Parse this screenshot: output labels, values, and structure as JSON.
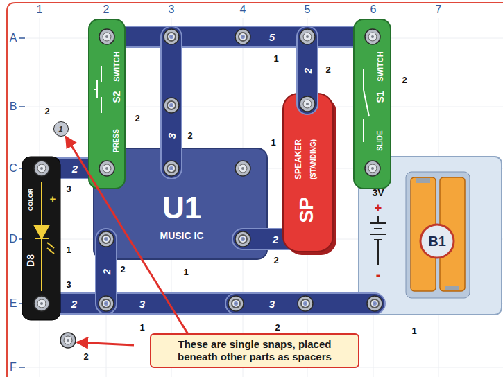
{
  "diagram": {
    "nodes": [
      {
        "text": [
          "PRESS",
          "S2",
          "SWITCH"
        ]
      },
      {
        "text": [
          "5"
        ]
      },
      {
        "text": [
          "3"
        ]
      },
      {
        "text": [
          "2"
        ]
      },
      {
        "text": [
          "SLIDE",
          "S1",
          "SWITCH"
        ]
      },
      {
        "text": [
          "1"
        ]
      },
      {
        "text": [
          "SPEAKER",
          "(STANDING)",
          "SP"
        ]
      },
      {
        "text": [
          "COLOR",
          "+",
          "D8"
        ]
      },
      {
        "text": [
          "2"
        ]
      },
      {
        "text": [
          "U1",
          "MUSIC IC"
        ]
      },
      {
        "text": [
          "3V",
          "+",
          "-",
          "B1"
        ]
      },
      {
        "text": [
          "2"
        ]
      },
      {
        "text": [
          "2"
        ]
      },
      {
        "text": [
          "2"
        ]
      },
      {
        "text": [
          "3"
        ]
      },
      {
        "text": [
          "3"
        ]
      },
      {
        "text": [
          "These are single snaps, placed beneath other parts as spacers"
        ]
      }
    ],
    "edges": [
      {
        "from": 16,
        "to": 5,
        "arrow": "to"
      }
    ],
    "labels": [
      "1",
      "2",
      "3",
      "4",
      "5",
      "6",
      "7",
      "A",
      "B",
      "C",
      "D",
      "E",
      "F",
      "1",
      "2",
      "2",
      "2",
      "2",
      "2",
      "1",
      "3",
      "1",
      "2",
      "1",
      "2",
      "3",
      "1",
      "2",
      "1",
      "2"
    ]
  }
}
